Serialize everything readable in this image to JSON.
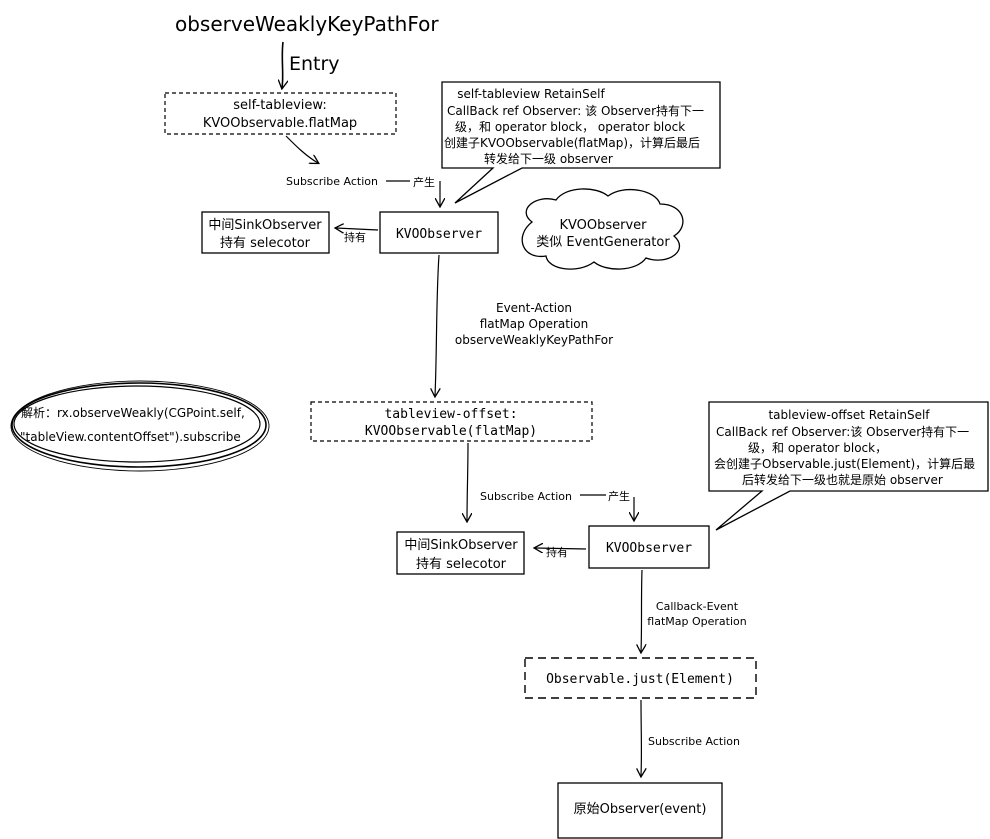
{
  "title": "observeWeaklyKeyPathFor",
  "entry_label": "Entry",
  "node1": {
    "line1": "self-tableview:",
    "line2": "KVOObservable.flatMap"
  },
  "callout1": {
    "line1": "self-tableview RetainSelf",
    "line2": "CallBack ref Observer: 该 Observer持有下一",
    "line3": "级，和 operator block，  operator block",
    "line4": "创建子KVOObservable(flatMap)，计算后最后",
    "line5": "转发给下一级 observer"
  },
  "subscribe_action_1": "Subscribe Action",
  "produce_1": "产生",
  "sink1": {
    "line1": "中间SinkObserver",
    "line2": "持有 selecotor"
  },
  "hold_1": "持有",
  "kvo_observer_1": "KVOObserver",
  "cloud": {
    "line1": "KVOObserver",
    "line2": "类似 EventGenerator"
  },
  "event_action": {
    "line1": "Event-Action",
    "line2": "flatMap Operation",
    "line3": "observeWeaklyKeyPathFor"
  },
  "analysis": {
    "line1": "解析：rx.observeWeakly(CGPoint.self,",
    "line2": "\"tableView.contentOffset\").subscribe"
  },
  "node2": {
    "line1": "tableview-offset:",
    "line2": "KVOObservable(flatMap)"
  },
  "callout2": {
    "line1": "tableview-offset RetainSelf",
    "line2": "CallBack ref Observer:该 Observer持有下一",
    "line3": "级，和 operator block，",
    "line4": "会创建子Observable.just(Element)，计算后最",
    "line5": "后转发给下一级也就是原始 observer"
  },
  "subscribe_action_2": "Subscribe Action",
  "produce_2": "产生",
  "sink2": {
    "line1": "中间SinkObserver",
    "line2": "持有 selecotor"
  },
  "hold_2": "持有",
  "kvo_observer_2": "KVOObserver",
  "callback_event": {
    "line1": "Callback-Event",
    "line2": "flatMap Operation"
  },
  "just_node": "Observable.just(Element)",
  "subscribe_action_3": "Subscribe Action",
  "final_observer": "原始Observer(event)"
}
